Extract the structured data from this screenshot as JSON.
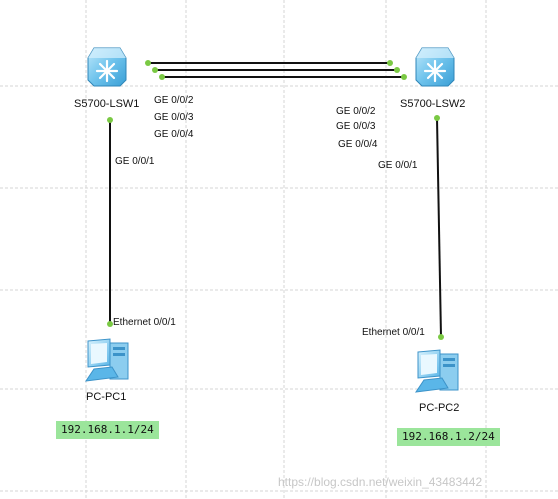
{
  "topology": {
    "switches": [
      {
        "name": "S5700-LSW1",
        "ports": [
          "GE 0/0/2",
          "GE 0/0/3",
          "GE 0/0/4"
        ],
        "downlink": "GE 0/0/1"
      },
      {
        "name": "S5700-LSW2",
        "ports": [
          "GE 0/0/2",
          "GE 0/0/3",
          "GE 0/0/4"
        ],
        "downlink": "GE 0/0/1"
      }
    ],
    "pcs": [
      {
        "name": "PC-PC1",
        "port": "Ethernet 0/0/1",
        "ip": "192.168.1.1/24"
      },
      {
        "name": "PC-PC2",
        "port": "Ethernet 0/0/1",
        "ip": "192.168.1.2/24"
      }
    ]
  },
  "watermark": "https://blog.csdn.net/weixin_43483442",
  "colors": {
    "link": "#111111",
    "port_dot": "#7ac943",
    "ip_highlight": "#9be59b",
    "switch_fill": "#6fc3ec",
    "grid": "#d6d6d6"
  },
  "icons": {
    "switch": "layer3-switch-icon",
    "pc": "desktop-pc-icon"
  }
}
